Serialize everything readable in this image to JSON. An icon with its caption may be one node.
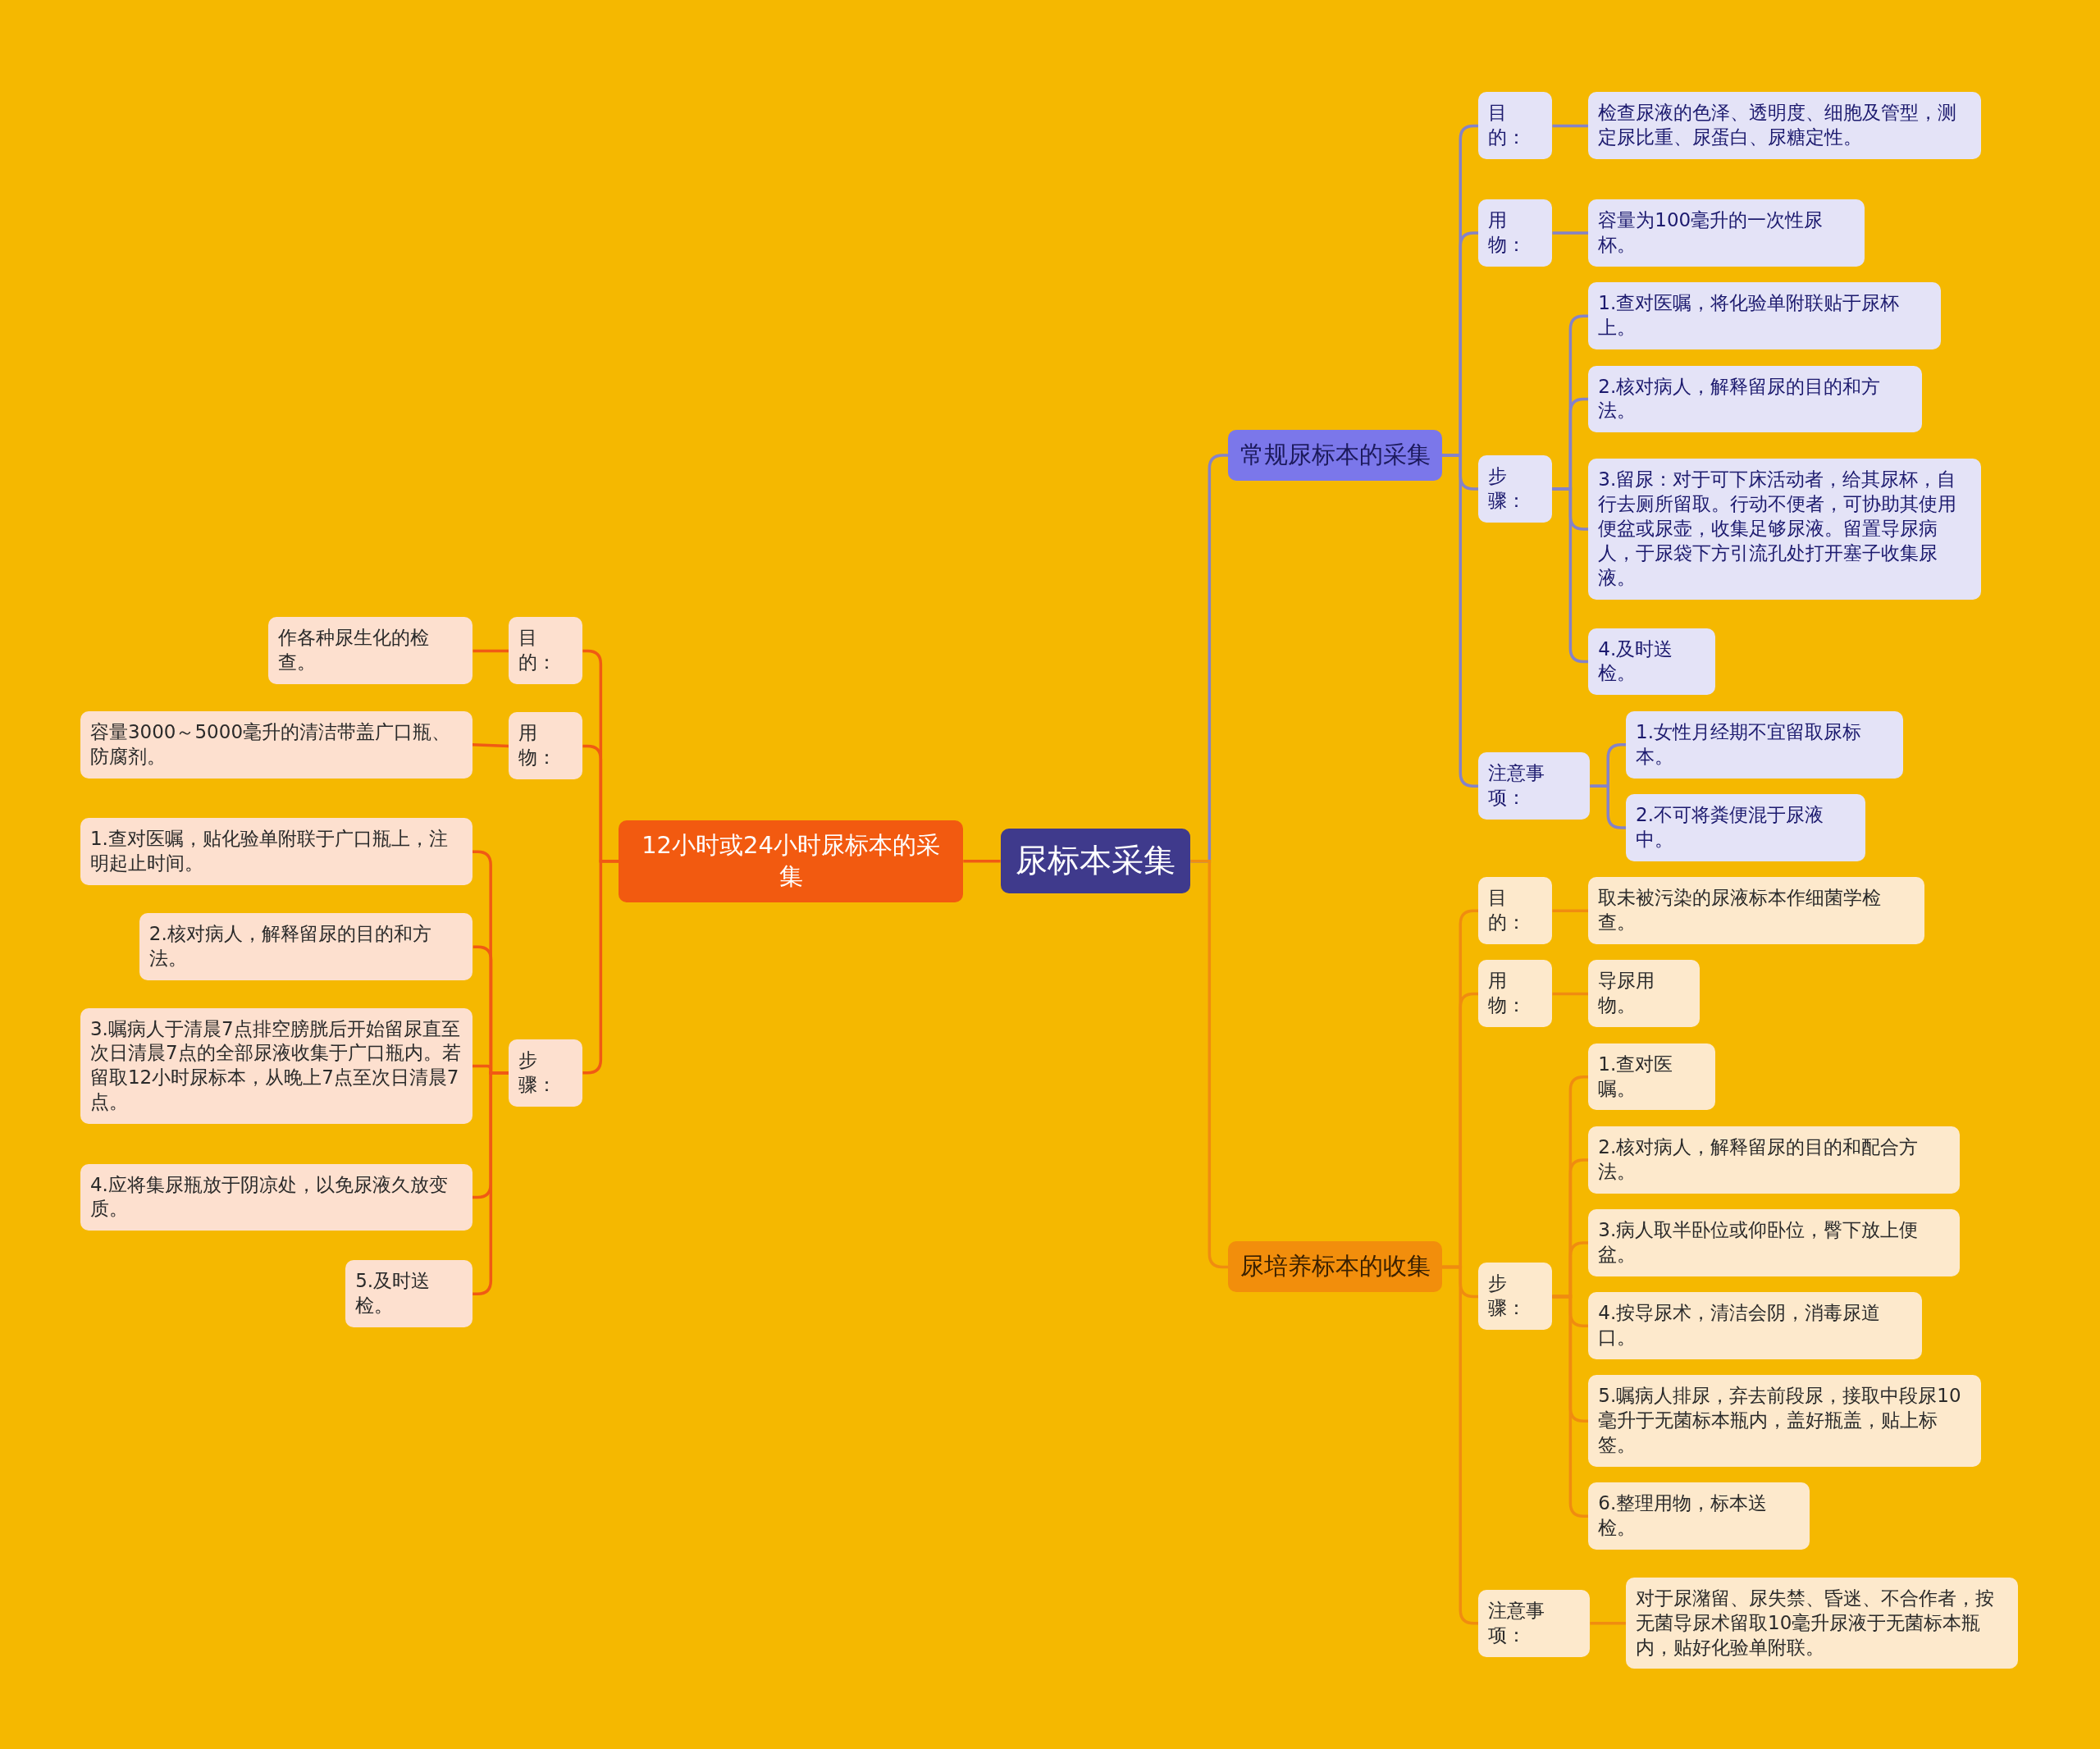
{
  "diagram": {
    "nodes": [
      {
        "text": [
          "尿标本采集"
        ]
      },
      {
        "text": [
          "常规尿标本的采集"
        ]
      },
      {
        "text": [
          "目的："
        ]
      },
      {
        "text": [
          "检查尿液的色泽、透明度、细胞及管型，测定尿比重、尿蛋白、尿糖定性。"
        ]
      },
      {
        "text": [
          "用物："
        ]
      },
      {
        "text": [
          "容量为100毫升的一次性尿杯。"
        ]
      },
      {
        "text": [
          "步骤："
        ]
      },
      {
        "text": [
          "1.查对医嘱，将化验单附联贴于尿杯上。"
        ]
      },
      {
        "text": [
          "2.核对病人，解释留尿的目的和方法。"
        ]
      },
      {
        "text": [
          "3.留尿：对于可下床活动者，给其尿杯，自行去厕所留取。行动不便者，可协助其使用便盆或尿壶，收集足够尿液。留置导尿病人，于尿袋下方引流孔处打开塞子收集尿液。"
        ]
      },
      {
        "text": [
          "4.及时送检。"
        ]
      },
      {
        "text": [
          "注意事项："
        ]
      },
      {
        "text": [
          "1.女性月经期不宜留取尿标本。"
        ]
      },
      {
        "text": [
          "2.不可将粪便混于尿液中。"
        ]
      },
      {
        "text": [
          "尿培养标本的收集"
        ]
      },
      {
        "text": [
          "目的："
        ]
      },
      {
        "text": [
          "取未被污染的尿液标本作细菌学检查。"
        ]
      },
      {
        "text": [
          "用物："
        ]
      },
      {
        "text": [
          "导尿用物。"
        ]
      },
      {
        "text": [
          "步骤："
        ]
      },
      {
        "text": [
          "1.查对医嘱。"
        ]
      },
      {
        "text": [
          "2.核对病人，解释留尿的目的和配合方法。"
        ]
      },
      {
        "text": [
          "3.病人取半卧位或仰卧位，臀下放上便盆。"
        ]
      },
      {
        "text": [
          "4.按导尿术，清洁会阴，消毒尿道口。"
        ]
      },
      {
        "text": [
          "5.嘱病人排尿，弃去前段尿，接取中段尿10毫升于无菌标本瓶内，盖好瓶盖，贴上标签。"
        ]
      },
      {
        "text": [
          "6.整理用物，标本送检。"
        ]
      },
      {
        "text": [
          "注意事项："
        ]
      },
      {
        "text": [
          "对于尿潴留、尿失禁、昏迷、不合作者，按无菌导尿术留取10毫升尿液于无菌标本瓶内，贴好化验单附联。"
        ]
      },
      {
        "text": [
          "12小时或24小时尿标本的采集"
        ]
      },
      {
        "text": [
          "目的："
        ]
      },
      {
        "text": [
          "作各种尿生化的检查。"
        ]
      },
      {
        "text": [
          "用物："
        ]
      },
      {
        "text": [
          "容量3000～5000毫升的清洁带盖广口瓶、防腐剂。"
        ]
      },
      {
        "text": [
          "步骤："
        ]
      },
      {
        "text": [
          "1.查对医嘱，贴化验单附联于广口瓶上，注明起止时间。"
        ]
      },
      {
        "text": [
          "2.核对病人，解释留尿的目的和方法。"
        ]
      },
      {
        "text": [
          "3.嘱病人于清晨7点排空膀胱后开始留尿直至次日清晨7点的全部尿液收集于广口瓶内。若留取12小时尿标本，从晚上7点至次日清晨7点。"
        ]
      },
      {
        "text": [
          "4.应将集尿瓶放于阴凉处，以免尿液久放变质。"
        ]
      },
      {
        "text": [
          "5.及时送检。"
        ]
      }
    ],
    "edges": [
      {
        "from": 0,
        "to": 1,
        "arrow": "none",
        "color": "#8582c8"
      },
      {
        "from": 1,
        "to": 2,
        "arrow": "none",
        "color": "#8582c8"
      },
      {
        "from": 2,
        "to": 3,
        "arrow": "none",
        "color": "#8582c8"
      },
      {
        "from": 1,
        "to": 4,
        "arrow": "none",
        "color": "#8582c8"
      },
      {
        "from": 4,
        "to": 5,
        "arrow": "none",
        "color": "#8582c8"
      },
      {
        "from": 1,
        "to": 6,
        "arrow": "none",
        "color": "#8582c8"
      },
      {
        "from": 6,
        "to": 7,
        "arrow": "none",
        "color": "#8582c8"
      },
      {
        "from": 6,
        "to": 8,
        "arrow": "none",
        "color": "#8582c8"
      },
      {
        "from": 6,
        "to": 9,
        "arrow": "none",
        "color": "#8582c8"
      },
      {
        "from": 6,
        "to": 10,
        "arrow": "none",
        "color": "#8582c8"
      },
      {
        "from": 1,
        "to": 11,
        "arrow": "none",
        "color": "#8582c8"
      },
      {
        "from": 11,
        "to": 12,
        "arrow": "none",
        "color": "#8582c8"
      },
      {
        "from": 11,
        "to": 13,
        "arrow": "none",
        "color": "#8582c8"
      },
      {
        "from": 0,
        "to": 14,
        "arrow": "none",
        "color": "#f08c10"
      },
      {
        "from": 14,
        "to": 15,
        "arrow": "none",
        "color": "#f08c10"
      },
      {
        "from": 15,
        "to": 16,
        "arrow": "none",
        "color": "#f08c10"
      },
      {
        "from": 14,
        "to": 17,
        "arrow": "none",
        "color": "#f08c10"
      },
      {
        "from": 17,
        "to": 18,
        "arrow": "none",
        "color": "#f08c10"
      },
      {
        "from": 14,
        "to": 19,
        "arrow": "none",
        "color": "#f08c10"
      },
      {
        "from": 19,
        "to": 20,
        "arrow": "none",
        "color": "#f08c10"
      },
      {
        "from": 19,
        "to": 21,
        "arrow": "none",
        "color": "#f08c10"
      },
      {
        "from": 19,
        "to": 22,
        "arrow": "none",
        "color": "#f08c10"
      },
      {
        "from": 19,
        "to": 23,
        "arrow": "none",
        "color": "#f08c10"
      },
      {
        "from": 19,
        "to": 24,
        "arrow": "none",
        "color": "#f08c10"
      },
      {
        "from": 19,
        "to": 25,
        "arrow": "none",
        "color": "#f08c10"
      },
      {
        "from": 14,
        "to": 26,
        "arrow": "none",
        "color": "#f08c10"
      },
      {
        "from": 26,
        "to": 27,
        "arrow": "none",
        "color": "#f08c10"
      },
      {
        "from": 0,
        "to": 28,
        "arrow": "none",
        "color": "#f05a14"
      },
      {
        "from": 28,
        "to": 29,
        "arrow": "none",
        "color": "#f05a14"
      },
      {
        "from": 29,
        "to": 30,
        "arrow": "none",
        "color": "#f05a14"
      },
      {
        "from": 28,
        "to": 31,
        "arrow": "none",
        "color": "#f05a14"
      },
      {
        "from": 31,
        "to": 32,
        "arrow": "none",
        "color": "#f05a14"
      },
      {
        "from": 28,
        "to": 33,
        "arrow": "none",
        "color": "#f05a14"
      },
      {
        "from": 33,
        "to": 34,
        "arrow": "none",
        "color": "#f05a14"
      },
      {
        "from": 33,
        "to": 35,
        "arrow": "none",
        "color": "#f05a14"
      },
      {
        "from": 33,
        "to": 36,
        "arrow": "none",
        "color": "#f05a14"
      },
      {
        "from": 33,
        "to": 37,
        "arrow": "none",
        "color": "#f05a14"
      },
      {
        "from": 33,
        "to": 38,
        "arrow": "none",
        "color": "#f05a14"
      }
    ]
  }
}
